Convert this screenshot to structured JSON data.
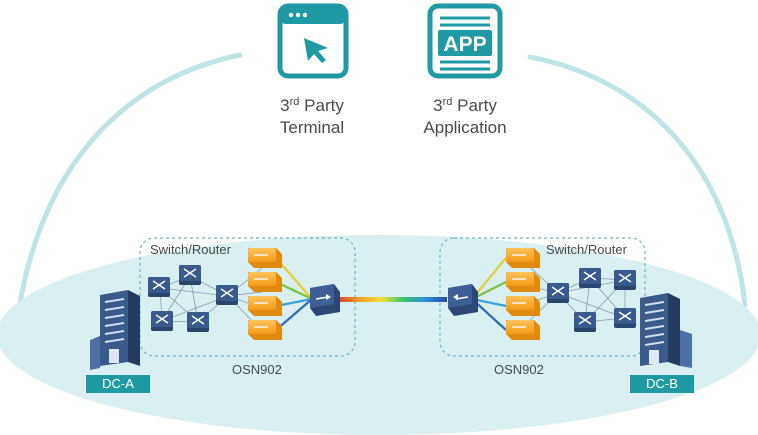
{
  "terminal": {
    "prefix": "3",
    "sup": "rd",
    "suffix": " Party",
    "line2": "Terminal",
    "icon": "browser-cursor-icon"
  },
  "application": {
    "prefix": "3",
    "sup": "rd",
    "suffix": " Party",
    "line2": "Application",
    "badge": "APP",
    "icon": "app-window-icon"
  },
  "left_site": {
    "switch_label": "Switch/Router",
    "device_label": "OSN902",
    "dc_label": "DC-A"
  },
  "right_site": {
    "switch_label": "Switch/Router",
    "device_label": "OSN902",
    "dc_label": "DC-B"
  },
  "colors": {
    "accent": "#1f9aa5",
    "ellipse": "#d9eff1",
    "arc": "#bfe3e6",
    "amber": "#f5a623",
    "switch_navy": "#3b5a8c"
  }
}
